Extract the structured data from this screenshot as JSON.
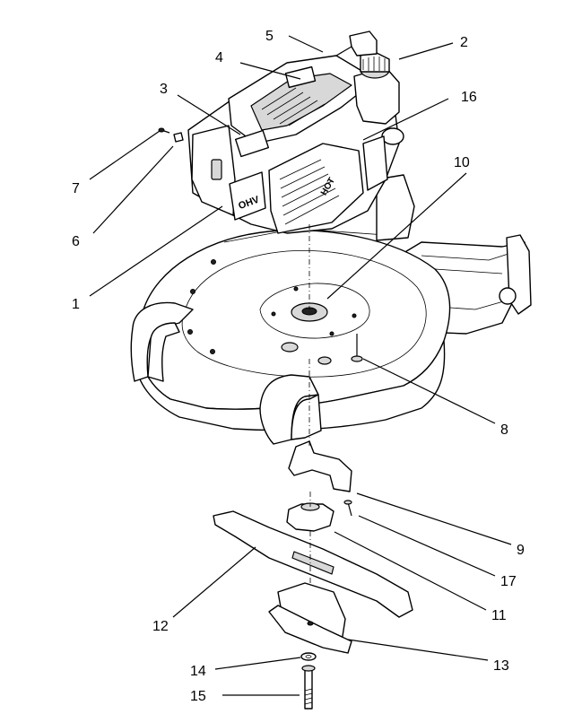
{
  "callouts": {
    "c1": "1",
    "c2": "2",
    "c3": "3",
    "c4": "4",
    "c5": "5",
    "c6": "6",
    "c7": "7",
    "c8": "8",
    "c9": "9",
    "c10": "10",
    "c11": "11",
    "c12": "12",
    "c13": "13",
    "c14": "14",
    "c15": "15",
    "c16": "16",
    "c17": "17"
  },
  "engine_labels": {
    "ohv": "OHV",
    "hot": "HOT"
  }
}
